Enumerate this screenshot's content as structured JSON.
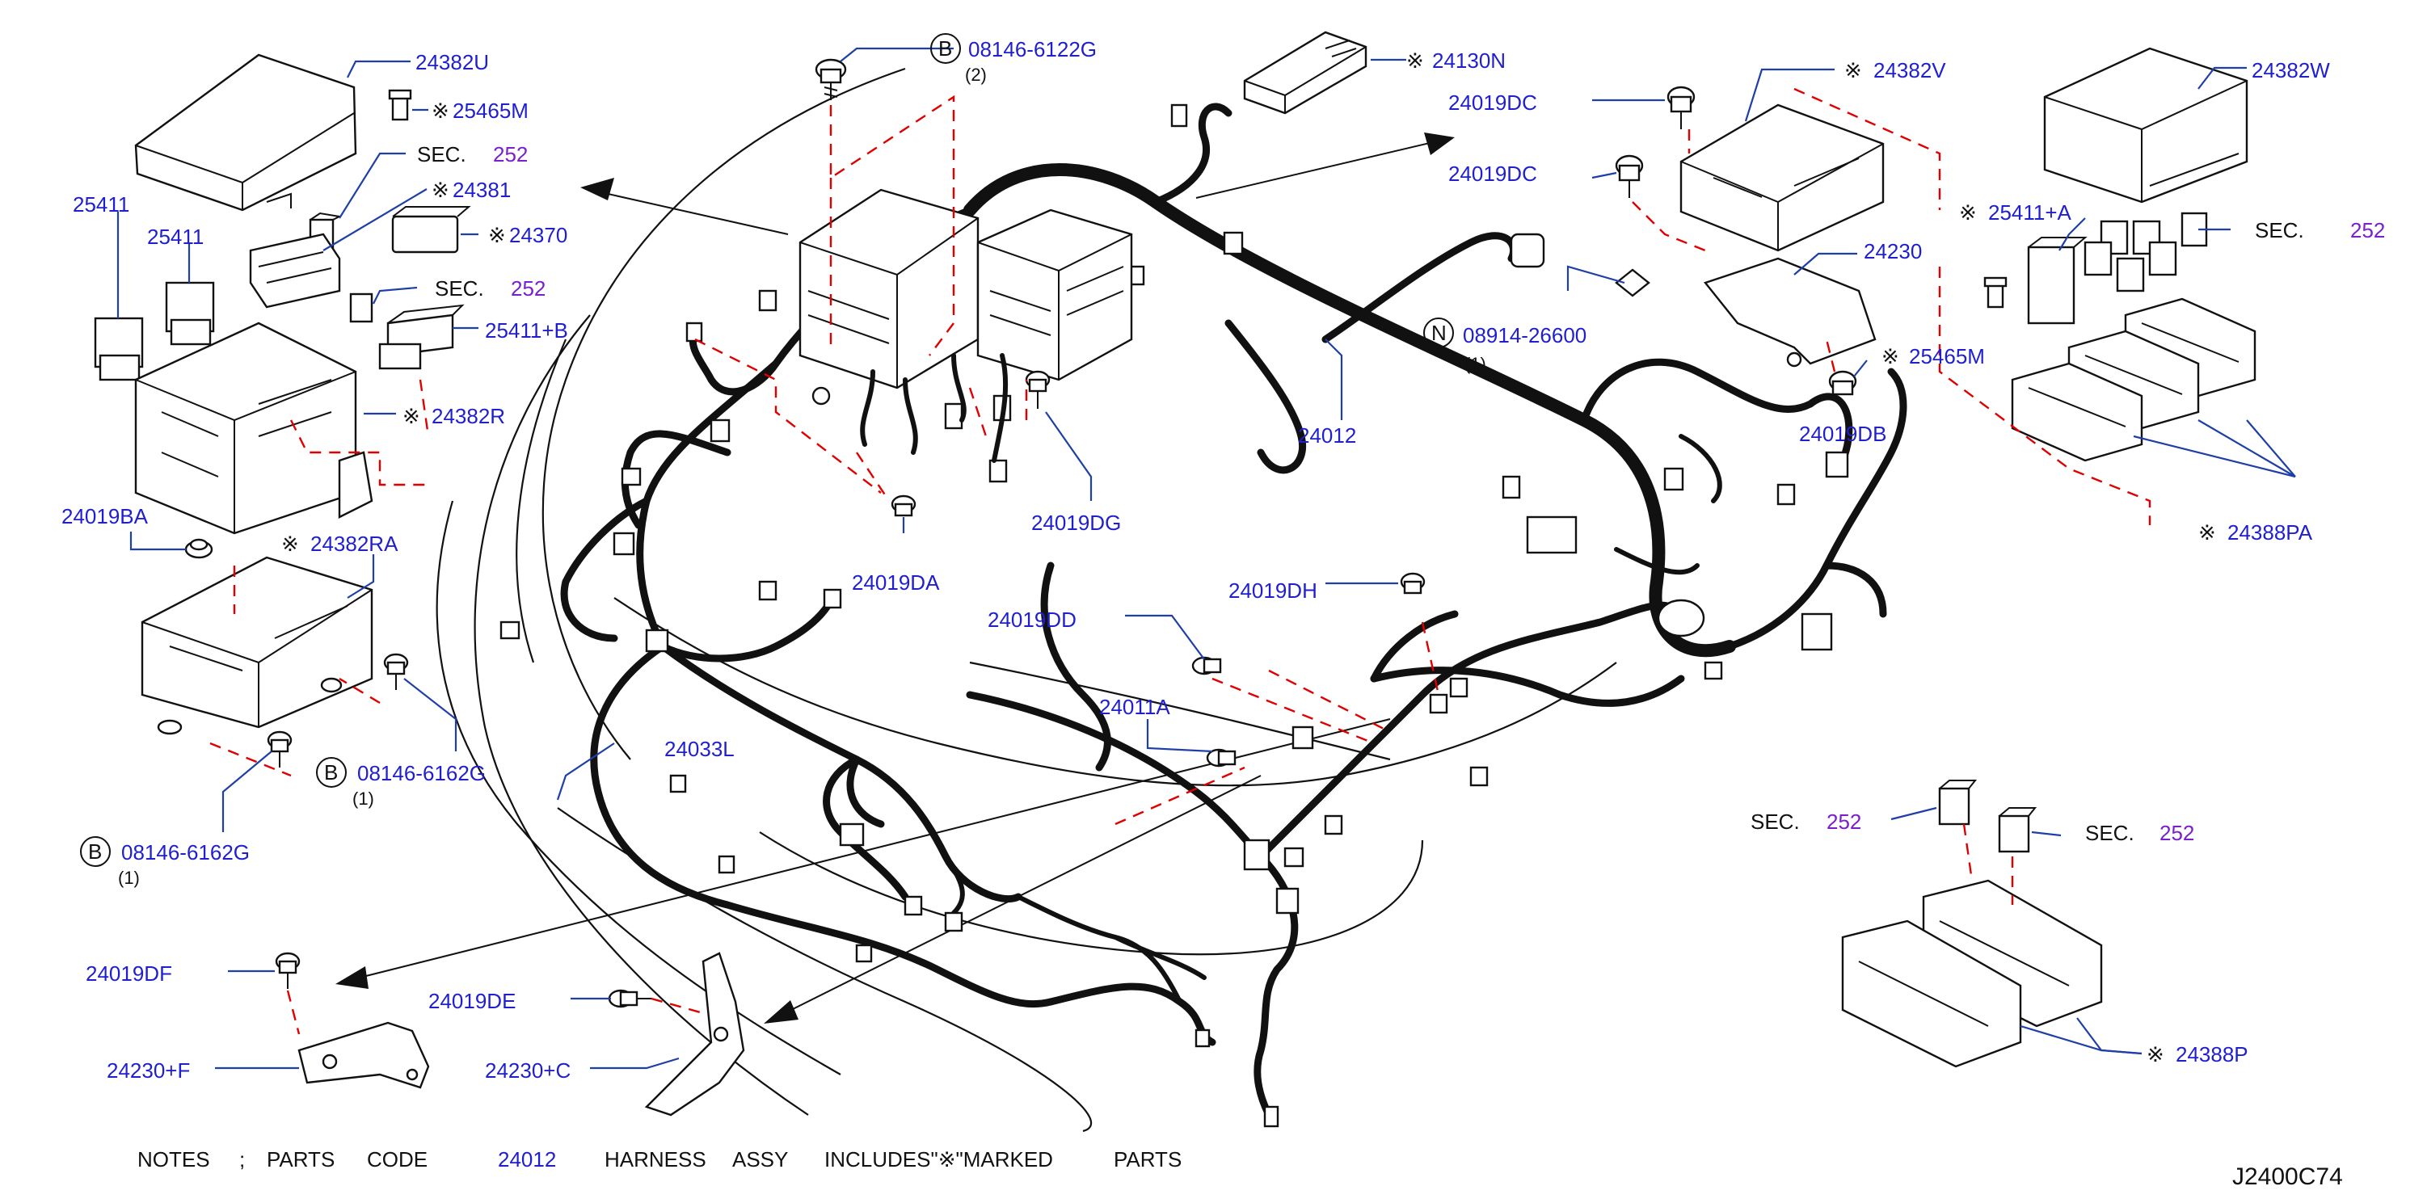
{
  "labels": {
    "p24382U": "24382U",
    "p25465M": "25465M",
    "sec252_a_prefix": "SEC.",
    "sec252_a_num": "252",
    "p25411_a": "25411",
    "p25411_b": "25411",
    "p24381": "24381",
    "p24370": "24370",
    "sec252_b_prefix": "SEC.",
    "sec252_b_num": "252",
    "p25411B": "25411+B",
    "p24382R": "24382R",
    "p24019BA": "24019BA",
    "p24382RA": "24382RA",
    "p08146_6162G_a": "08146-6162G",
    "p08146_6162G_a_qty": "(1)",
    "p08146_6162G_b": "08146-6162G",
    "p08146_6162G_b_qty": "(1)",
    "p08146_6122G": "08146-6122G",
    "p08146_6122G_qty": "(2)",
    "p24130N": "24130N",
    "p24019DC_a": "24019DC",
    "p24019DC_b": "24019DC",
    "p24382V": "24382V",
    "p24382W": "24382W",
    "p25411A": "25411+A",
    "sec252_c_prefix": "SEC.",
    "sec252_c_num": "252",
    "p24230": "24230",
    "p08914_26600": "08914-26600",
    "p08914_26600_qty": "(1)",
    "p25465M_b": "25465M",
    "p24019DB": "24019DB",
    "p24012": "24012",
    "p24019DG": "24019DG",
    "p24019DA": "24019DA",
    "p24388PA": "24388PA",
    "p24019DD": "24019DD",
    "p24019DH": "24019DH",
    "p24011A": "24011A",
    "p24033L": "24033L",
    "sec252_d_prefix": "SEC.",
    "sec252_d_num": "252",
    "sec252_e_prefix": "SEC.",
    "sec252_e_num": "252",
    "p24388P": "24388P",
    "p24019DF": "24019DF",
    "p24019DE": "24019DE",
    "p24230F": "24230+F",
    "p24230C": "24230+C"
  },
  "marker_symbol": "※",
  "circle_B": "B",
  "circle_N": "N",
  "notes": {
    "notes_word": "NOTES",
    "semicolon": ";",
    "parts": "PARTS",
    "code": "CODE",
    "harness_code": "24012",
    "harness": "HARNESS",
    "assy": "ASSY",
    "includes": "INCLUDES\"※\"MARKED",
    "parts2": "PARTS"
  },
  "diagram_id": "J2400C74",
  "colors": {
    "part_number": "#1f1fcf",
    "section_number": "#7a1fcf",
    "leader_line": "#1f3fa8",
    "dashed_guide": "#e00000",
    "ink": "#111111"
  }
}
